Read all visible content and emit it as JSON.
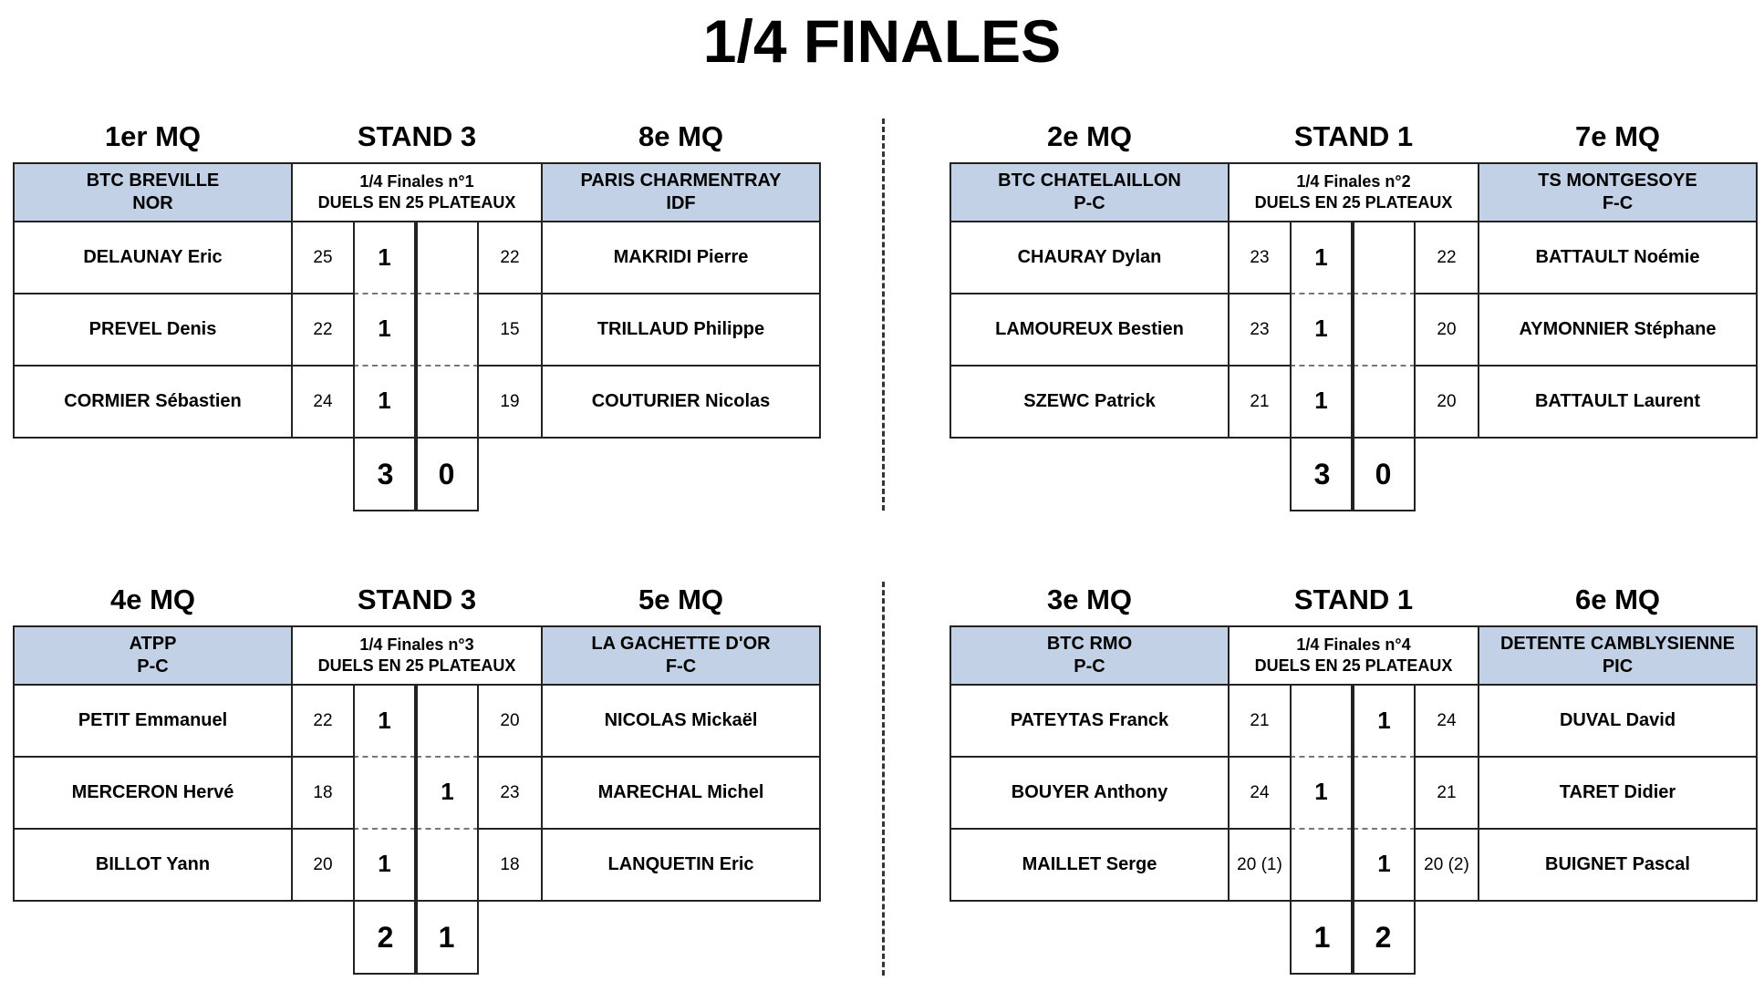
{
  "page_title": "1/4 FINALES",
  "matches": [
    {
      "left_rank": "1er MQ",
      "stand": "STAND 3",
      "right_rank": "8e MQ",
      "left_team": "BTC BREVILLE",
      "left_region": "NOR",
      "match_name": "1/4 Finales n°1",
      "match_format": "DUELS EN 25 PLATEAUX",
      "right_team": "PARIS CHARMENTRAY",
      "right_region": "IDF",
      "rows": [
        {
          "left_player": "DELAUNAY Eric",
          "left_score": "25",
          "left_point": "1",
          "right_point": "",
          "right_score": "22",
          "right_player": "MAKRIDI Pierre"
        },
        {
          "left_player": "PREVEL Denis",
          "left_score": "22",
          "left_point": "1",
          "right_point": "",
          "right_score": "15",
          "right_player": "TRILLAUD Philippe"
        },
        {
          "left_player": "CORMIER Sébastien",
          "left_score": "24",
          "left_point": "1",
          "right_point": "",
          "right_score": "19",
          "right_player": "COUTURIER Nicolas"
        }
      ],
      "left_total": "3",
      "right_total": "0"
    },
    {
      "left_rank": "2e MQ",
      "stand": "STAND 1",
      "right_rank": "7e MQ",
      "left_team": "BTC CHATELAILLON",
      "left_region": "P-C",
      "match_name": "1/4 Finales n°2",
      "match_format": "DUELS EN 25 PLATEAUX",
      "right_team": "TS MONTGESOYE",
      "right_region": "F-C",
      "rows": [
        {
          "left_player": "CHAURAY Dylan",
          "left_score": "23",
          "left_point": "1",
          "right_point": "",
          "right_score": "22",
          "right_player": "BATTAULT Noémie"
        },
        {
          "left_player": "LAMOUREUX Bestien",
          "left_score": "23",
          "left_point": "1",
          "right_point": "",
          "right_score": "20",
          "right_player": "AYMONNIER Stéphane"
        },
        {
          "left_player": "SZEWC Patrick",
          "left_score": "21",
          "left_point": "1",
          "right_point": "",
          "right_score": "20",
          "right_player": "BATTAULT Laurent"
        }
      ],
      "left_total": "3",
      "right_total": "0"
    },
    {
      "left_rank": "4e MQ",
      "stand": "STAND 3",
      "right_rank": "5e MQ",
      "left_team": "ATPP",
      "left_region": "P-C",
      "match_name": "1/4 Finales n°3",
      "match_format": "DUELS EN 25 PLATEAUX",
      "right_team": "LA GACHETTE D'OR",
      "right_region": "F-C",
      "rows": [
        {
          "left_player": "PETIT Emmanuel",
          "left_score": "22",
          "left_point": "1",
          "right_point": "",
          "right_score": "20",
          "right_player": "NICOLAS Mickaël"
        },
        {
          "left_player": "MERCERON Hervé",
          "left_score": "18",
          "left_point": "",
          "right_point": "1",
          "right_score": "23",
          "right_player": "MARECHAL Michel"
        },
        {
          "left_player": "BILLOT Yann",
          "left_score": "20",
          "left_point": "1",
          "right_point": "",
          "right_score": "18",
          "right_player": "LANQUETIN Eric"
        }
      ],
      "left_total": "2",
      "right_total": "1"
    },
    {
      "left_rank": "3e MQ",
      "stand": "STAND 1",
      "right_rank": "6e MQ",
      "left_team": "BTC RMO",
      "left_region": "P-C",
      "match_name": "1/4 Finales n°4",
      "match_format": "DUELS EN 25 PLATEAUX",
      "right_team": "DETENTE CAMBLYSIENNE",
      "right_region": "PIC",
      "rows": [
        {
          "left_player": "PATEYTAS Franck",
          "left_score": "21",
          "left_point": "",
          "right_point": "1",
          "right_score": "24",
          "right_player": "DUVAL David"
        },
        {
          "left_player": "BOUYER Anthony",
          "left_score": "24",
          "left_point": "1",
          "right_point": "",
          "right_score": "21",
          "right_player": "TARET Didier"
        },
        {
          "left_player": "MAILLET Serge",
          "left_score": "20 (1)",
          "left_point": "",
          "right_point": "1",
          "right_score": "20 (2)",
          "right_player": "BUIGNET Pascal"
        }
      ],
      "left_total": "1",
      "right_total": "2"
    }
  ]
}
